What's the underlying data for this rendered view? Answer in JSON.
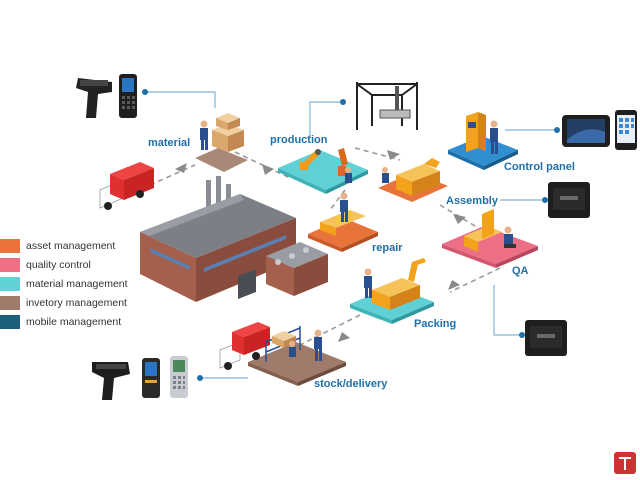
{
  "stages": {
    "material": "material",
    "production": "production",
    "control_panel": "Control panel",
    "assembly": "Assembly",
    "repair": "repair",
    "qa": "QA",
    "packing": "Packing",
    "stock_delivery": "stock/delivery"
  },
  "legend": [
    {
      "label": "asset management",
      "color": "#e8743b"
    },
    {
      "label": "quality control",
      "color": "#ec6f86"
    },
    {
      "label": "material management",
      "color": "#5fd1d6"
    },
    {
      "label": "invetory management",
      "color": "#a07a6a"
    },
    {
      "label": "mobile management",
      "color": "#1b5f7a"
    }
  ],
  "colors": {
    "label_blue": "#1f6fa8",
    "platform_teal": "#5fd1d6",
    "platform_blue": "#2f8fd0",
    "platform_orange": "#e8743b",
    "platform_pink": "#ec6f86",
    "platform_brown": "#a07a6a",
    "building_brick": "#9a5a4a",
    "roof_gray": "#7c7f86",
    "truck_red": "#d92b2b",
    "worker_blue": "#2a4f8f",
    "worker_orange": "#f2a23a",
    "machine_orange": "#f3a21b",
    "connector_line": "#7fb5d8",
    "flow_dash": "#9a9a9a"
  },
  "icons": [
    "handheld-scanner-icon",
    "rugged-tablet-icon",
    "smartphone-icon",
    "wall-terminal-icon",
    "label-printer-icon",
    "delivery-truck-icon",
    "factory-building-icon",
    "robot-arm-icon",
    "worker-icon",
    "box-stack-icon"
  ]
}
